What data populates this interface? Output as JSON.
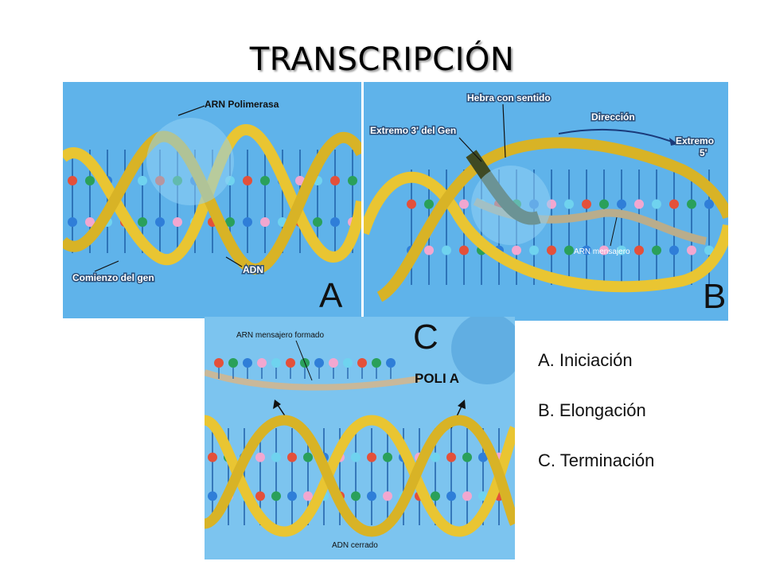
{
  "title": "TRANSCRIPCIÓN",
  "panels": {
    "a": {
      "letter": "A",
      "label_polymerase": "ARN Polimerasa",
      "label_gene_start": "Comienzo del gen",
      "label_dna": "ADN"
    },
    "b": {
      "letter": "B",
      "label_sense_strand": "Hebra con sentido",
      "label_direction": "Dirección",
      "label_3_end": "Extremo 3' del Gen",
      "label_5_end_1": "Extremo",
      "label_5_end_2": "5'",
      "label_mrna": "ARN mensajero"
    },
    "c": {
      "letter": "C",
      "label_mrna_formed": "ARN mensajero formado",
      "label_poly_a": "POLI A",
      "label_closed_dna": "ADN cerrado"
    }
  },
  "legend": [
    "A. Iniciación",
    "B. Elongación",
    "C. Terminación"
  ],
  "colors": {
    "background_panel": "#5fb3ea",
    "strand": "#e9c532",
    "strand_dark": "#4d5a2a",
    "base_red": "#e4503a",
    "base_green": "#2aa05a",
    "base_blue": "#2f7ed8",
    "base_pink": "#f2a7d0",
    "base_cyan": "#6fd3ef",
    "mrna_strand": "#c8b89a"
  }
}
